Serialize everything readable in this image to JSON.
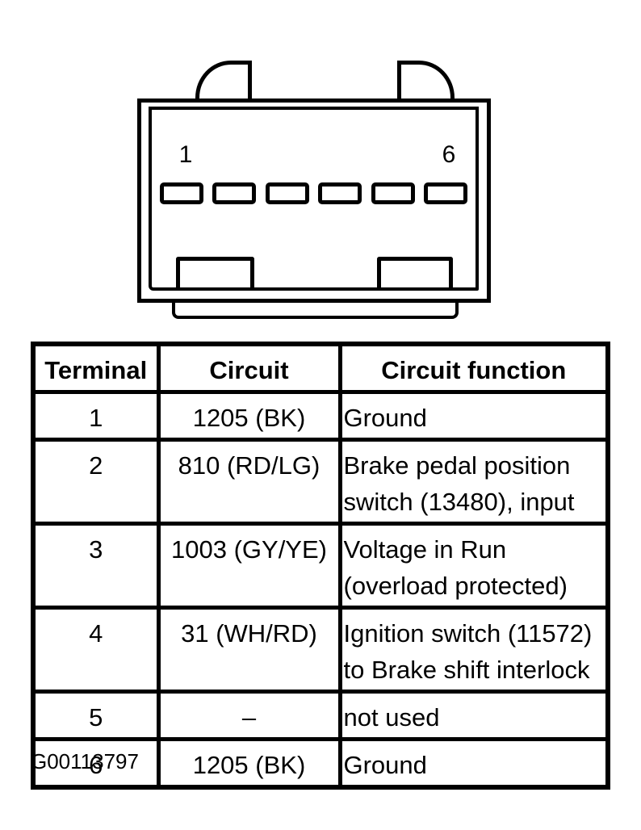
{
  "connector": {
    "pin_count": 6,
    "pin_first_label": "1",
    "pin_last_label": "6"
  },
  "table": {
    "headers": [
      "Terminal",
      "Circuit",
      "Circuit function"
    ],
    "rows": [
      {
        "terminal": "1",
        "circuit": "1205 (BK)",
        "function": "Ground"
      },
      {
        "terminal": "2",
        "circuit": "810 (RD/LG)",
        "function": "Brake pedal position switch (13480), input"
      },
      {
        "terminal": "3",
        "circuit": "1003 (GY/YE)",
        "function": "Voltage in Run (overload protected)"
      },
      {
        "terminal": "4",
        "circuit": "31 (WH/RD)",
        "function": "Ignition switch (11572) to Brake shift interlock"
      },
      {
        "terminal": "5",
        "circuit": "–",
        "function": "not used"
      },
      {
        "terminal": "6",
        "circuit": "1205 (BK)",
        "function": "Ground"
      }
    ]
  },
  "figure": {
    "caption_id": "G00113797"
  },
  "colors": {
    "line": "#000000",
    "background": "#ffffff"
  }
}
